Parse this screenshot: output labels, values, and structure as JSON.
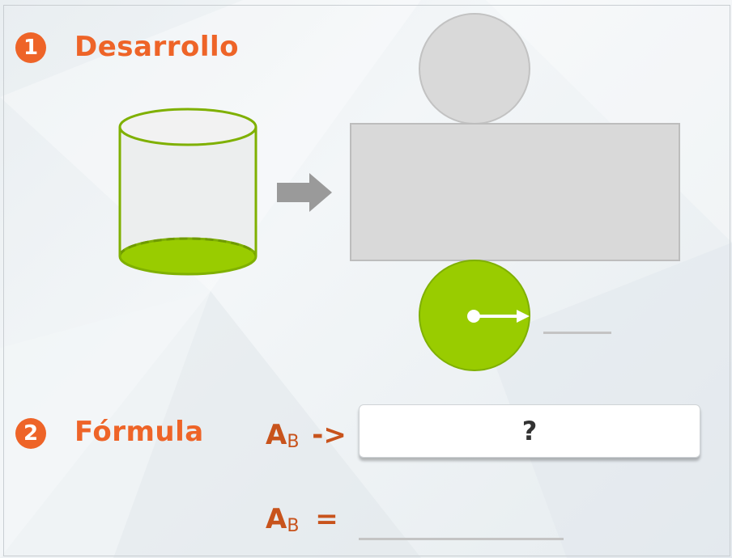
{
  "step1": {
    "number": "1",
    "title": "Desarrollo"
  },
  "step2": {
    "number": "2",
    "title": "Fórmula"
  },
  "formula": {
    "area_symbol": "A",
    "area_subscript": "B",
    "arrow_text": "->",
    "equals_text": "=",
    "answer_placeholder": "?"
  },
  "colors": {
    "accent": "#ee6428",
    "cylinder_green": "#99cc00",
    "net_gray": "#d9d9d9",
    "arrow_gray": "#9a9a9a"
  },
  "icons": [
    "arrow-right-icon",
    "radius-arrow-icon"
  ]
}
